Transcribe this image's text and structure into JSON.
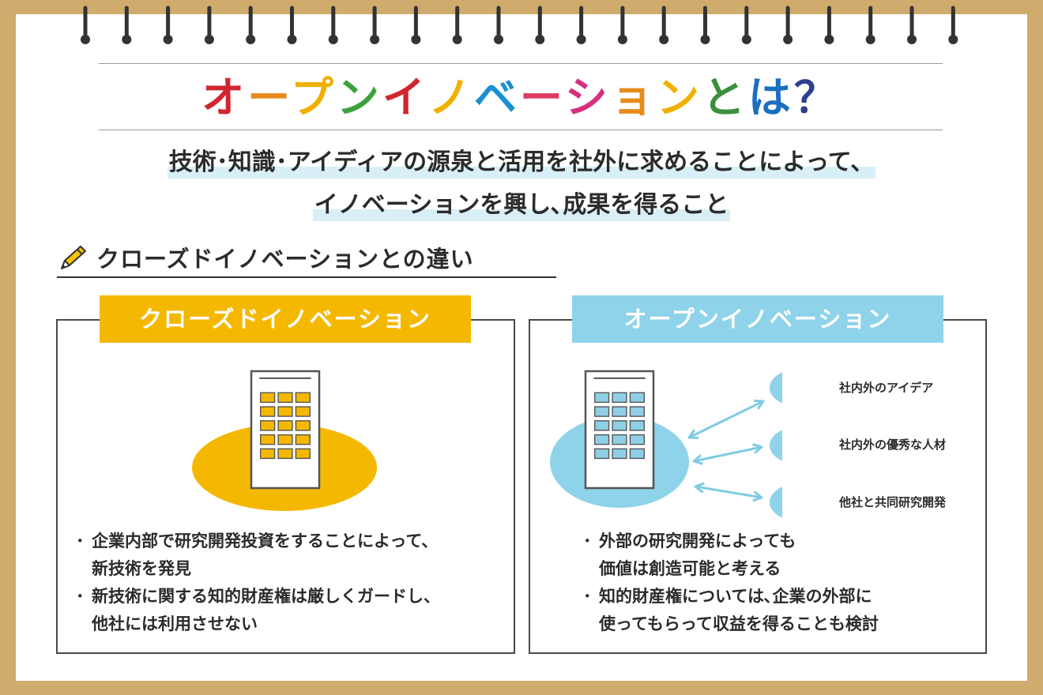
{
  "title": {
    "chars": [
      {
        "c": "オ",
        "color": "#d1262f"
      },
      {
        "c": "ー",
        "color": "#e88b1c"
      },
      {
        "c": "プ",
        "color": "#f0b000"
      },
      {
        "c": "ン",
        "color": "#3ca13c"
      },
      {
        "c": "イ",
        "color": "#d1262f"
      },
      {
        "c": "ノ",
        "color": "#f0b000"
      },
      {
        "c": "ベ",
        "color": "#1b8fd0"
      },
      {
        "c": "ー",
        "color": "#e03a60"
      },
      {
        "c": "シ",
        "color": "#d62f7d"
      },
      {
        "c": "ョ",
        "color": "#e88b1c"
      },
      {
        "c": "ン",
        "color": "#f0b000"
      },
      {
        "c": "と",
        "color": "#3c8f3c"
      },
      {
        "c": "は",
        "color": "#1b6fc0"
      },
      {
        "c": "？",
        "color": "#2d3f8f"
      }
    ]
  },
  "definition": {
    "line1": "技術･知識･アイディアの源泉と活用を社外に求めることによって、",
    "line2": "イノベーションを興し､成果を得ること"
  },
  "section": {
    "title": "クローズドイノベーションとの違い"
  },
  "closed": {
    "label": "クローズドイノベーション",
    "color": "#f5b800",
    "window_color": "#f5b800",
    "bullets": [
      [
        "企業内部で研究開発投資をすることによって、",
        "新技術を発見"
      ],
      [
        "新技術に関する知的財産権は厳しくガードし、",
        "他社には利用させない"
      ]
    ]
  },
  "open": {
    "label": "オープンイノベーション",
    "color": "#8fd3ea",
    "window_color": "#8fcfe6",
    "partners": [
      "社内外のアイデア",
      "社内外の優秀な人材",
      "他社と共同研究開発"
    ],
    "bullets": [
      [
        "外部の研究開発によっても",
        "価値は創造可能と考える"
      ],
      [
        "知的財産権については､企業の外部に",
        "使ってもらって収益を得ることも検討"
      ]
    ]
  },
  "icons": {
    "pencil": "pencil-icon",
    "ring": "binder-ring-icon",
    "building": "building-icon"
  }
}
